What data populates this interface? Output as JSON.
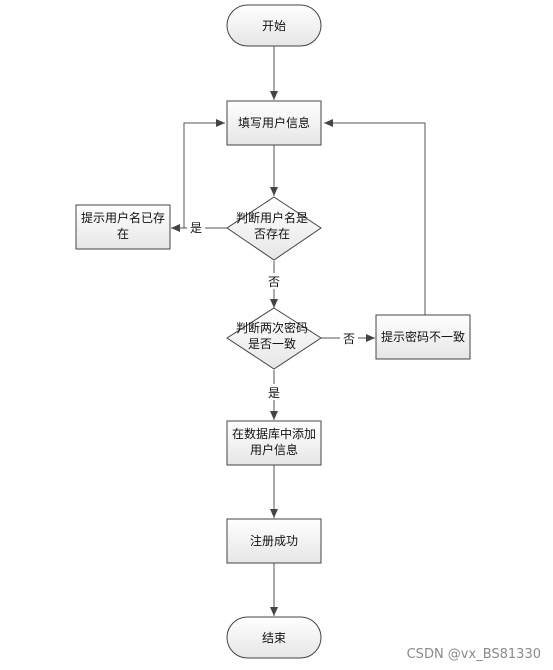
{
  "flowchart": {
    "start": "开始",
    "fill_info": "填写用户信息",
    "check_user": [
      "判断用户名是",
      "否存在"
    ],
    "user_exists_tip": [
      "提示用户名已存",
      "在"
    ],
    "check_password": [
      "判断两次密码",
      "是否一致"
    ],
    "password_mismatch_tip": "提示密码不一致",
    "add_to_db": [
      "在数据库中添加",
      "用户信息"
    ],
    "register_success": "注册成功",
    "end": "结束",
    "edges": {
      "user_exists_yes": "是",
      "user_exists_no": "否",
      "password_match_no": "否",
      "password_match_yes": "是"
    }
  },
  "watermark": "CSDN @vx_BS81330"
}
